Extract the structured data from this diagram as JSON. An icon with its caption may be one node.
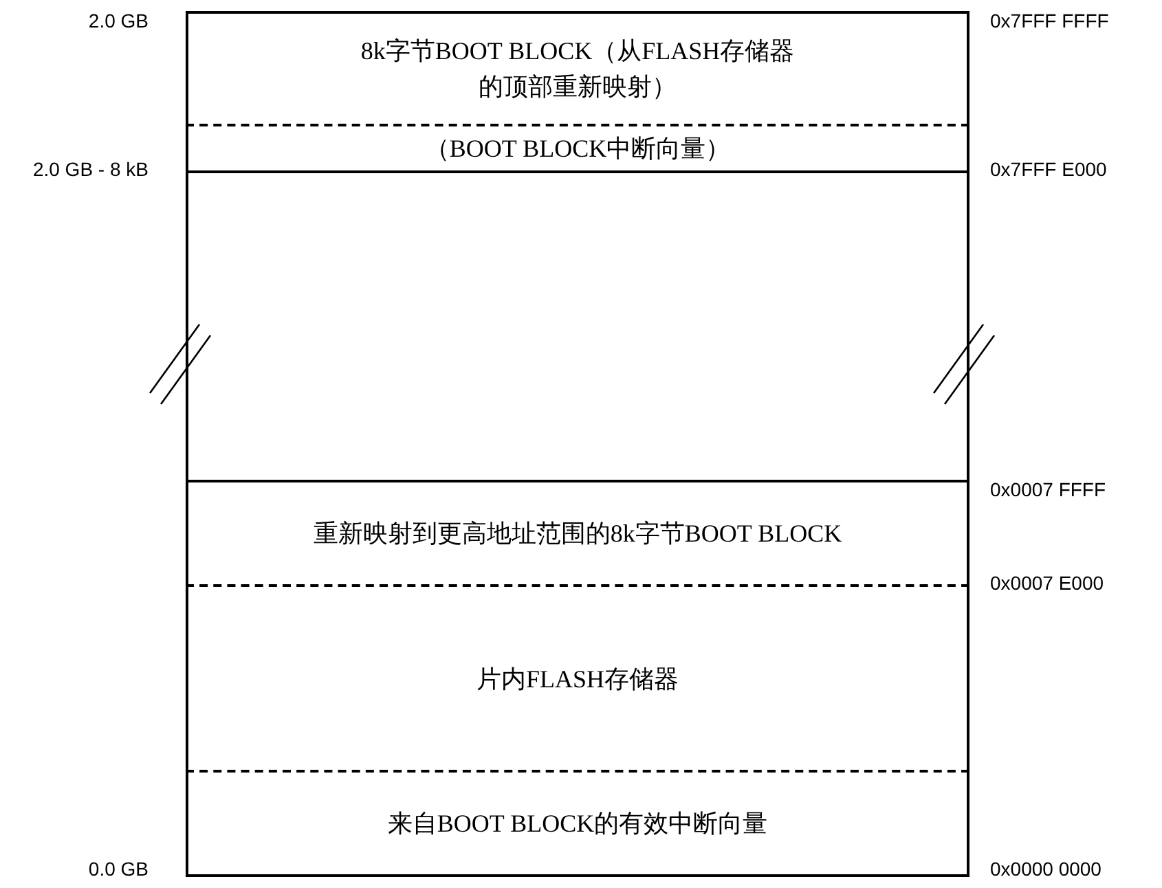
{
  "diagram": {
    "nodes": [
      {
        "text": [
          "8k字节BOOT BLOCK（从FLASH存储器的顶部重新映射）"
        ]
      },
      {
        "text": [
          "（BOOT BLOCK中断向量）"
        ]
      },
      {
        "text": [],
        "shape": "box"
      },
      {
        "text": [
          "重新映射到更高地址范围的8k字节BOOT BLOCK"
        ]
      },
      {
        "text": [
          "片内FLASH存储器"
        ]
      },
      {
        "text": [
          "来自BOOT BLOCK的有效中断向量"
        ]
      }
    ],
    "edges": [],
    "labels": [
      "2.0 GB",
      "0x7FFF FFFF",
      "2.0 GB - 8 kB",
      "0x7FFF E000",
      "0x0007 FFFF",
      "0x0007 E000",
      "0.0 GB",
      "0x0000 0000"
    ]
  }
}
